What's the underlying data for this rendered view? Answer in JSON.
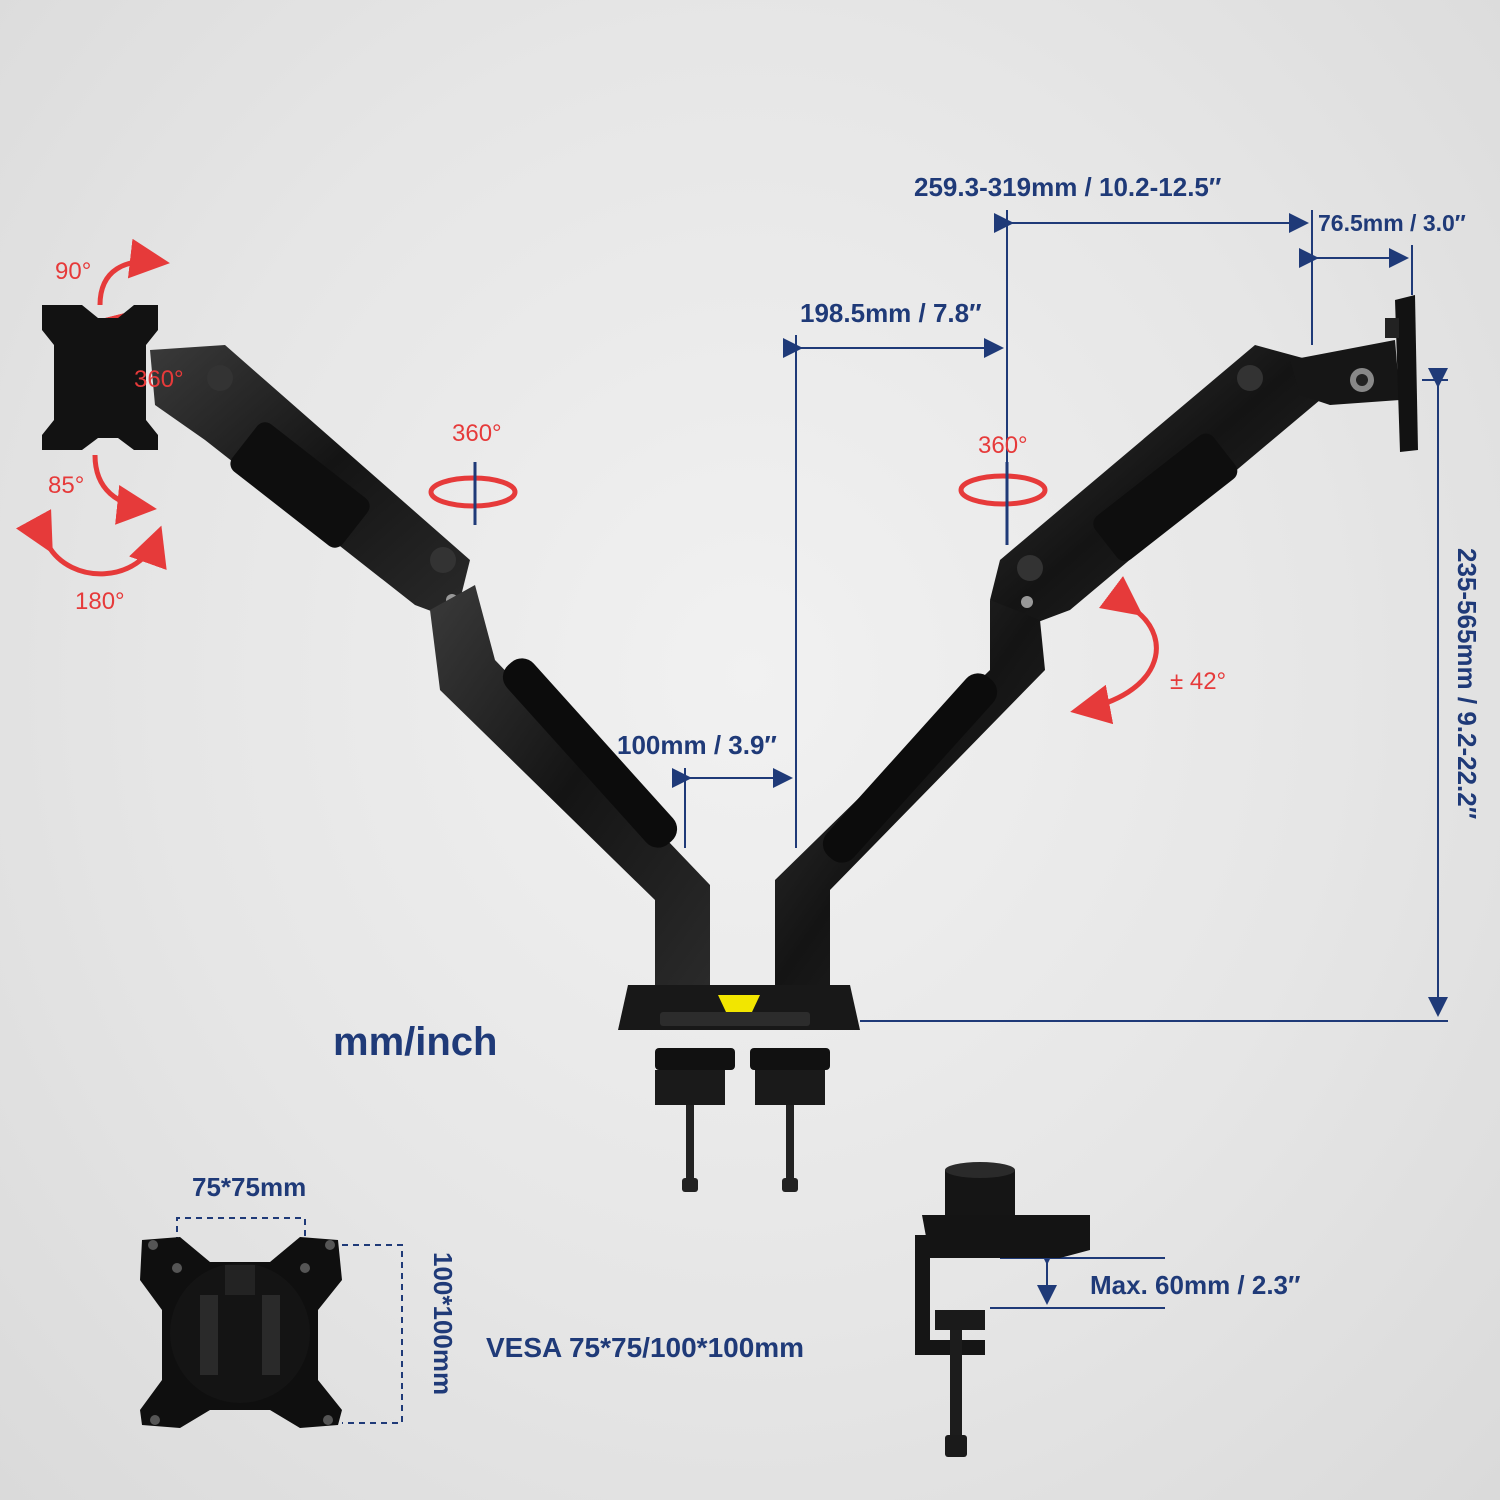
{
  "colors": {
    "dimension": "#1f3a78",
    "rotation": "#e63a3a",
    "mount": "#151515",
    "background": "#e6e6e6",
    "logo": "#f2e600"
  },
  "dimensions": {
    "arm_reach": "259.3-319mm / 10.2-12.5″",
    "plate_offset": "76.5mm / 3.0″",
    "inner_reach": "198.5mm / 7.8″",
    "pole_spacing": "100mm / 3.9″",
    "height_range": "235-565mm / 9.2-22.2″",
    "vesa_small": "75*75mm",
    "vesa_large": "100*100mm",
    "vesa_spec": "VESA 75*75/100*100mm",
    "clamp_max": "Max. 60mm / 2.3″"
  },
  "rotations": {
    "tilt_up": "90°",
    "rotate_plate": "360°",
    "tilt_down": "85°",
    "swivel": "180°",
    "left_arm_rotate": "360°",
    "right_arm_rotate": "360°",
    "arm_tilt": "± 42°"
  },
  "units_label": "mm/inch",
  "icons": [
    "rotate-arrow-icon",
    "dimension-arrow-icon"
  ]
}
